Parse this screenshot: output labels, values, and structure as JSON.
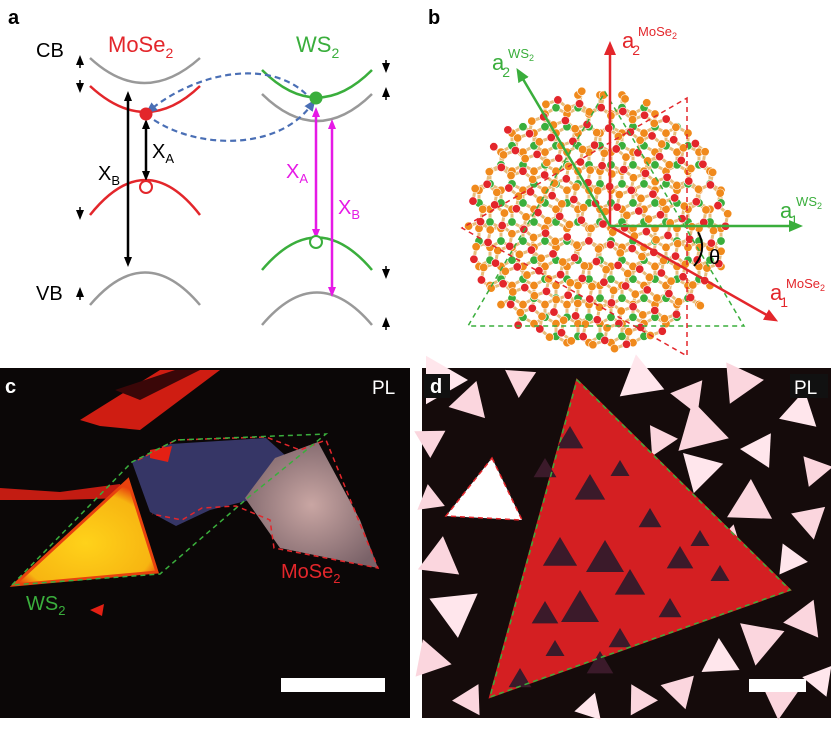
{
  "panels": {
    "a": {
      "letter": "a",
      "cb": "CB",
      "vb": "VB",
      "mose2": {
        "base": "MoSe",
        "sub": "2"
      },
      "ws2": {
        "base": "WS",
        "sub": "2"
      },
      "xa_left": {
        "base": "X",
        "sub": "A"
      },
      "xb_left": {
        "base": "X",
        "sub": "B"
      },
      "xa_right": {
        "base": "X",
        "sub": "A"
      },
      "xb_right": {
        "base": "X",
        "sub": "B"
      }
    },
    "b": {
      "letter": "b",
      "a2_mose2": {
        "base": "a",
        "sub": "2",
        "sup": "MoSe",
        "supsub": "2"
      },
      "a2_ws2": {
        "base": "a",
        "sub": "2",
        "sup": "WS",
        "supsub": "2"
      },
      "a1_ws2": {
        "base": "a",
        "sub": "1",
        "sup": "WS",
        "supsub": "2"
      },
      "a1_mose2": {
        "base": "a",
        "sub": "1",
        "sup": "MoSe",
        "supsub": "2"
      },
      "theta": "θ"
    },
    "c": {
      "letter": "c",
      "pl": "PL",
      "ws2": {
        "base": "WS",
        "sub": "2"
      },
      "mose2": {
        "base": "MoSe",
        "sub": "2"
      }
    },
    "d": {
      "letter": "d",
      "pl": "PL"
    }
  },
  "colors": {
    "mose2_red": "#e3262b",
    "ws2_green": "#3aae3c",
    "magenta": "#e619e6",
    "gray": "#999999",
    "blue_dash": "#4a6fb5",
    "bond": "#e8bd7c",
    "orange_atom": "#f08a1c",
    "image_bg": "#0b0707"
  }
}
